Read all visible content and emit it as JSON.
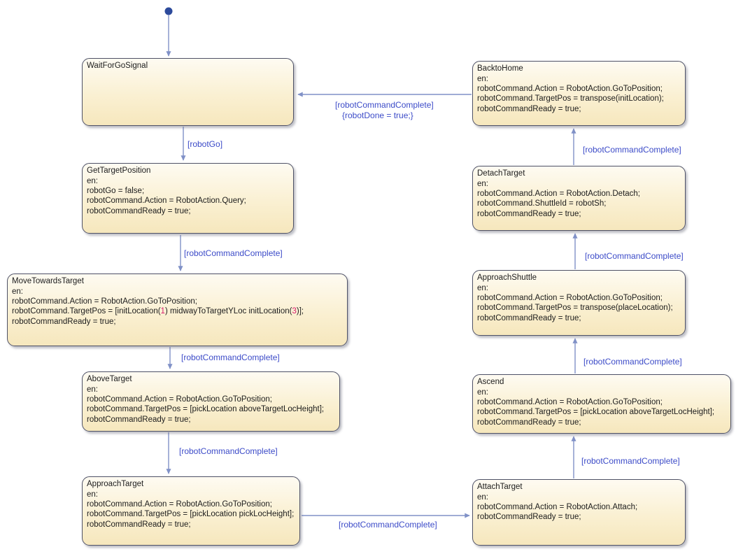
{
  "colors": {
    "state_fill_top": "#fefbf2",
    "state_fill_bottom": "#f6e7bd",
    "state_border": "#4e5166",
    "transition_line": "#8091c7",
    "transition_label": "#3c4bc8",
    "number_literal": "#d81b6d",
    "initial_dot": "#2c4a9b",
    "state_text": "#1c1c1c"
  },
  "states": [
    {
      "title": "WaitForGoSignal",
      "lines": []
    },
    {
      "title": "GetTargetPosition",
      "lines": [
        "en:",
        "robotGo = false;",
        "robotCommand.Action = RobotAction.Query;",
        "robotCommandReady = true;"
      ]
    },
    {
      "title": "MoveTowardsTarget",
      "lines": [
        "en:",
        "robotCommand.Action = RobotAction.GoToPosition;",
        "robotCommandReady = true;"
      ],
      "segments": [
        "robotCommand.TargetPos = [initLocation(",
        "1",
        ") midwayToTargetYLoc initLocation(",
        "3",
        ")];"
      ]
    },
    {
      "title": "AboveTarget",
      "lines": [
        "en:",
        "robotCommand.Action = RobotAction.GoToPosition;",
        "robotCommand.TargetPos = [pickLocation aboveTargetLocHeight];",
        "robotCommandReady = true;"
      ]
    },
    {
      "title": "ApproachTarget",
      "lines": [
        "en:",
        "robotCommand.Action = RobotAction.GoToPosition;",
        "robotCommand.TargetPos = [pickLocation pickLocHeight];",
        "robotCommandReady = true;"
      ]
    },
    {
      "title": "AttachTarget",
      "lines": [
        "en:",
        "robotCommand.Action = RobotAction.Attach;",
        "robotCommandReady = true;"
      ]
    },
    {
      "title": "Ascend",
      "lines": [
        "en:",
        "robotCommand.Action = RobotAction.GoToPosition;",
        "robotCommand.TargetPos = [pickLocation aboveTargetLocHeight];",
        "robotCommandReady = true;"
      ]
    },
    {
      "title": "ApproachShuttle",
      "lines": [
        "en:",
        "robotCommand.Action = RobotAction.GoToPosition;",
        "robotCommand.TargetPos = transpose(placeLocation);",
        "robotCommandReady = true;"
      ]
    },
    {
      "title": "DetachTarget",
      "lines": [
        "en:",
        "robotCommand.Action = RobotAction.Detach;",
        "robotCommand.ShuttleId = robotSh;",
        "robotCommandReady = true;"
      ]
    },
    {
      "title": "BacktoHome",
      "lines": [
        "en:",
        "robotCommand.Action = RobotAction.GoToPosition;",
        "robotCommand.TargetPos = transpose(initLocation);",
        "robotCommandReady = true;"
      ]
    }
  ],
  "transitions": [
    {
      "from": "initial",
      "to": "WaitForGoSignal",
      "label": ""
    },
    {
      "from": "WaitForGoSignal",
      "to": "GetTargetPosition",
      "label": "[robotGo]"
    },
    {
      "from": "GetTargetPosition",
      "to": "MoveTowardsTarget",
      "label": "[robotCommandComplete]"
    },
    {
      "from": "MoveTowardsTarget",
      "to": "AboveTarget",
      "label": "[robotCommandComplete]"
    },
    {
      "from": "AboveTarget",
      "to": "ApproachTarget",
      "label": "[robotCommandComplete]"
    },
    {
      "from": "ApproachTarget",
      "to": "AttachTarget",
      "label": "[robotCommandComplete]"
    },
    {
      "from": "AttachTarget",
      "to": "Ascend",
      "label": "[robotCommandComplete]"
    },
    {
      "from": "Ascend",
      "to": "ApproachShuttle",
      "label": "[robotCommandComplete]"
    },
    {
      "from": "ApproachShuttle",
      "to": "DetachTarget",
      "label": "[robotCommandComplete]"
    },
    {
      "from": "DetachTarget",
      "to": "BacktoHome",
      "label": "[robotCommandComplete]"
    },
    {
      "from": "BacktoHome",
      "to": "WaitForGoSignal",
      "label": "[robotCommandComplete]",
      "action": "{robotDone = true;}"
    }
  ]
}
